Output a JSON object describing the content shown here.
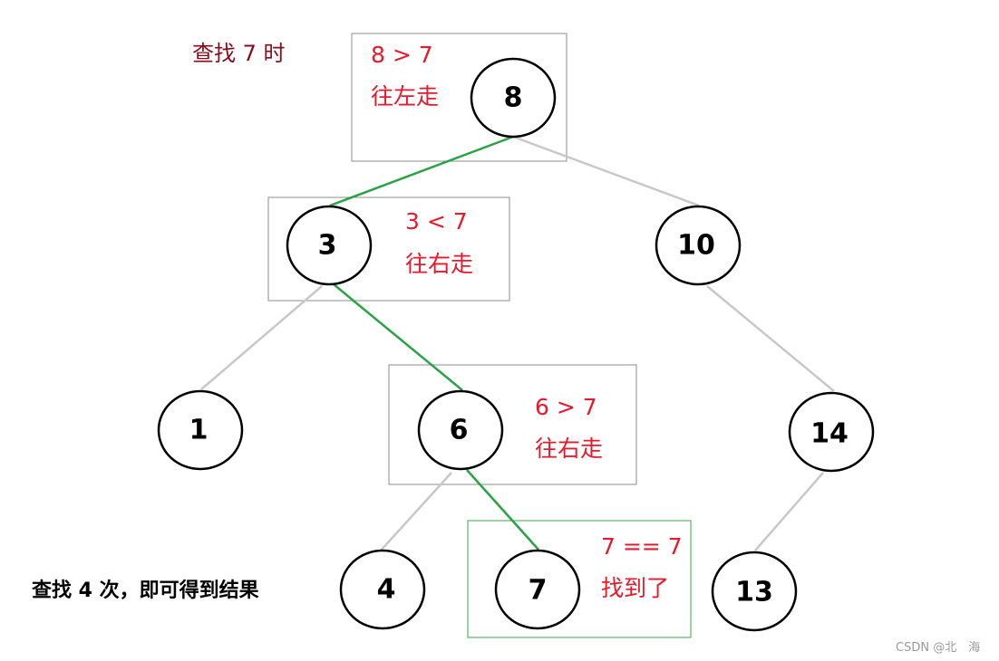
{
  "title": "查找 7 时",
  "summary": "查找 4 次，即可得到结果",
  "watermark": "CSDN @北　海",
  "colors": {
    "path_edge": "#2aa345",
    "normal_edge": "#c8c8c8",
    "step_box": "#8c8c8c",
    "found_box": "#3aa64a",
    "note_text": "#e8192c",
    "title_text": "#8b0a1a",
    "node_stroke": "#000000",
    "watermark": "#9a9a9a"
  },
  "nodes": {
    "n8": "8",
    "n3": "3",
    "n10": "10",
    "n1": "1",
    "n6": "6",
    "n14": "14",
    "n4": "4",
    "n7": "7",
    "n13": "13"
  },
  "steps": [
    {
      "compare": "8 > 7",
      "action": "往左走"
    },
    {
      "compare": "3 < 7",
      "action": "往右走"
    },
    {
      "compare": "6 > 7",
      "action": "往右走"
    },
    {
      "compare": "7 == 7",
      "action": "找到了"
    }
  ]
}
